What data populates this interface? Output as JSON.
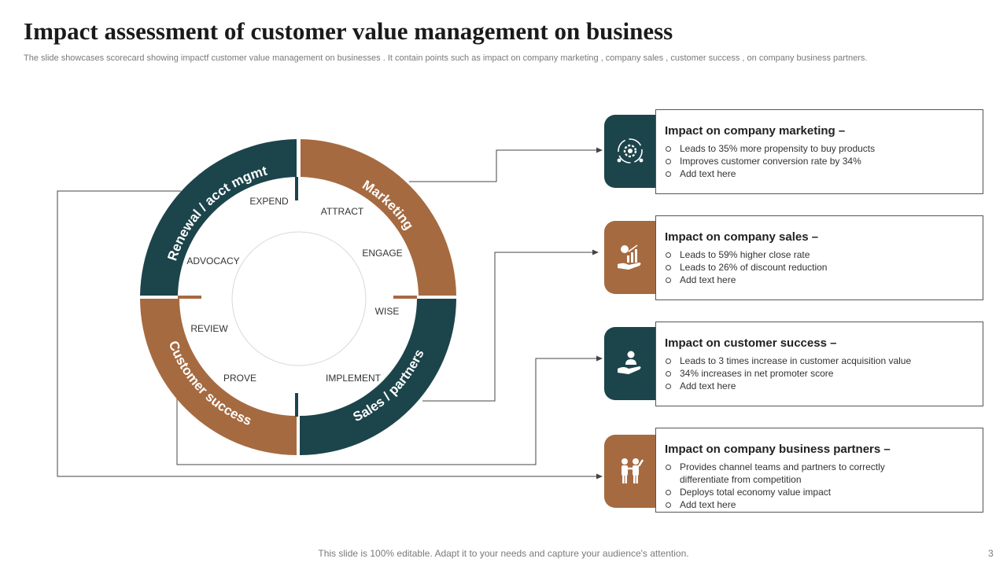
{
  "title": "Impact assessment of customer value management on business",
  "subtitle": "The slide showcases scorecard showing impactf customer value management on businesses . It contain points such as impact on company marketing , company sales , customer success , on company business partners.",
  "colors": {
    "teal": "#1c444b",
    "brown": "#a66a40"
  },
  "wheel": {
    "segments": {
      "renewal": "Renewal / acct mgmt",
      "marketing": "Marketing",
      "sales": "Sales / partners",
      "customer_success": "Customer success"
    },
    "stages": {
      "expend": "EXPEND",
      "attract": "ATTRACT",
      "engage": "ENGAGE",
      "advocacy": "ADVOCACY",
      "wise": "WISE",
      "review": "REVIEW",
      "prove": "PROVE",
      "implement": "IMPLEMENT"
    }
  },
  "cards": [
    {
      "title": "Impact on company marketing –",
      "icon": "marketing-gear-icon",
      "color": "teal",
      "bullets": [
        "Leads to 35% more propensity to buy products",
        "Improves customer conversion rate by 34%",
        "Add text here"
      ]
    },
    {
      "title": "Impact on company sales –",
      "icon": "sales-growth-icon",
      "color": "brown",
      "bullets": [
        "Leads to 59% higher close rate",
        "Leads to 26% of discount reduction",
        "Add text here"
      ]
    },
    {
      "title": "Impact on customer success –",
      "icon": "customer-care-icon",
      "color": "teal",
      "bullets": [
        "Leads to 3 times increase in customer acquisition value",
        "34% increases in net promoter score",
        "Add text here"
      ]
    },
    {
      "title": "Impact on company business partners –",
      "icon": "partners-icon",
      "color": "brown",
      "bullets": [
        "Provides channel teams and partners to correctly",
        "differentiate from competition",
        "Deploys total economy value impact",
        "Add text here"
      ]
    }
  ],
  "footer": "This slide is 100% editable. Adapt it to your needs and capture your audience's attention.",
  "page_number": "3"
}
